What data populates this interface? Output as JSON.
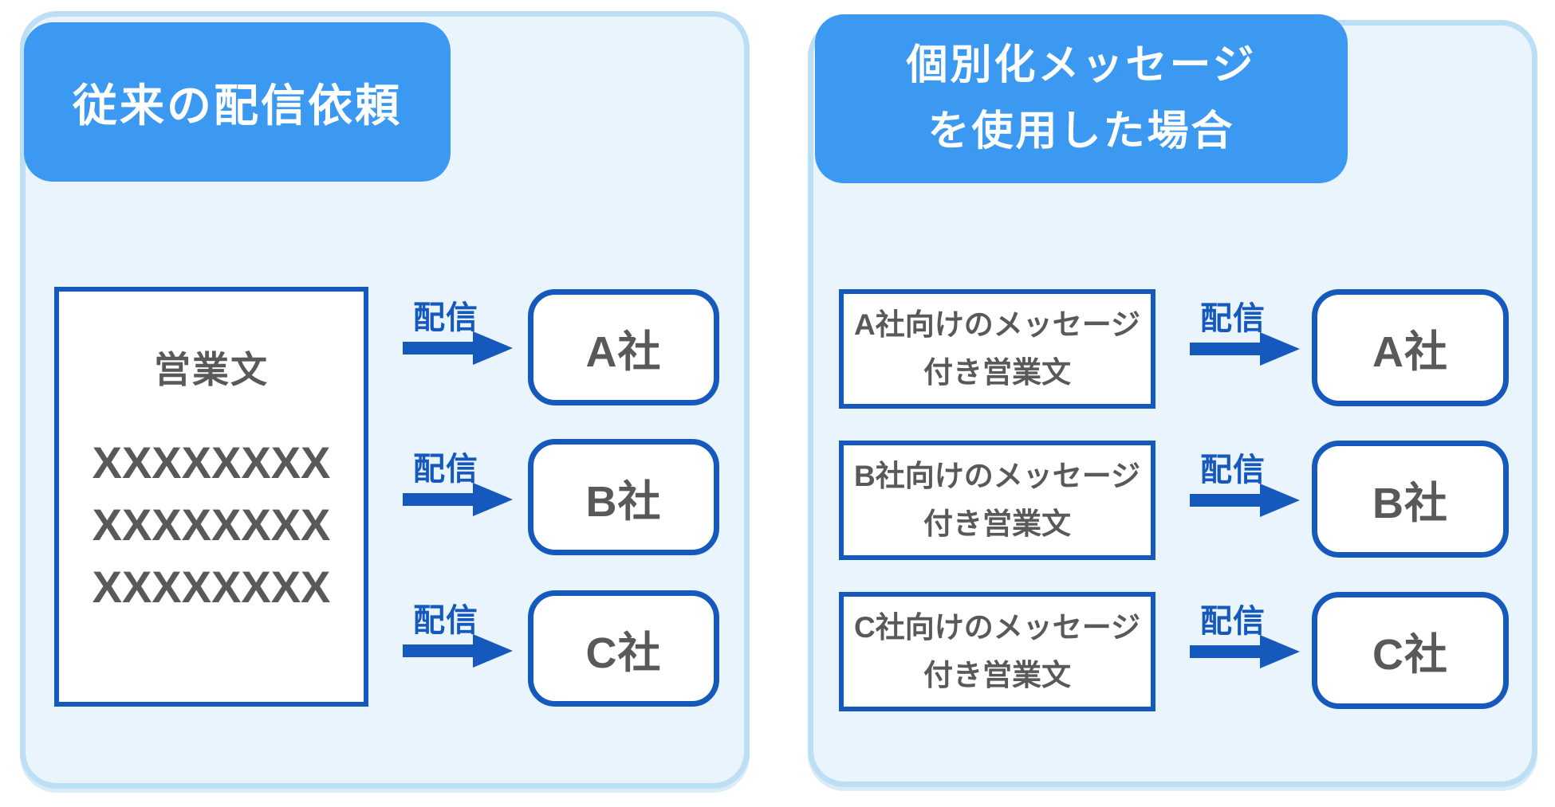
{
  "colors": {
    "title_blue": "#3B99F2",
    "panel_bg": "#E9F4FC",
    "panel_border": "#BCDFF5",
    "dark_blue": "#1659BD",
    "text_gray": "#595959"
  },
  "left_panel": {
    "title": "従来の配信依頼",
    "document": {
      "title": "営業文",
      "line1": "XXXXXXXX",
      "line2": "XXXXXXXX",
      "line3": "XXXXXXXX"
    },
    "rows": [
      {
        "arrow_label": "配信",
        "company": "A社"
      },
      {
        "arrow_label": "配信",
        "company": "B社"
      },
      {
        "arrow_label": "配信",
        "company": "C社"
      }
    ]
  },
  "right_panel": {
    "title_line1": "個別化メッセージ",
    "title_line2": "を使用した場合",
    "rows": [
      {
        "message_line1": "A社向けのメッセージ",
        "message_line2": "付き営業文",
        "arrow_label": "配信",
        "company": "A社"
      },
      {
        "message_line1": "B社向けのメッセージ",
        "message_line2": "付き営業文",
        "arrow_label": "配信",
        "company": "B社"
      },
      {
        "message_line1": "C社向けのメッセージ",
        "message_line2": "付き営業文",
        "arrow_label": "配信",
        "company": "C社"
      }
    ]
  }
}
